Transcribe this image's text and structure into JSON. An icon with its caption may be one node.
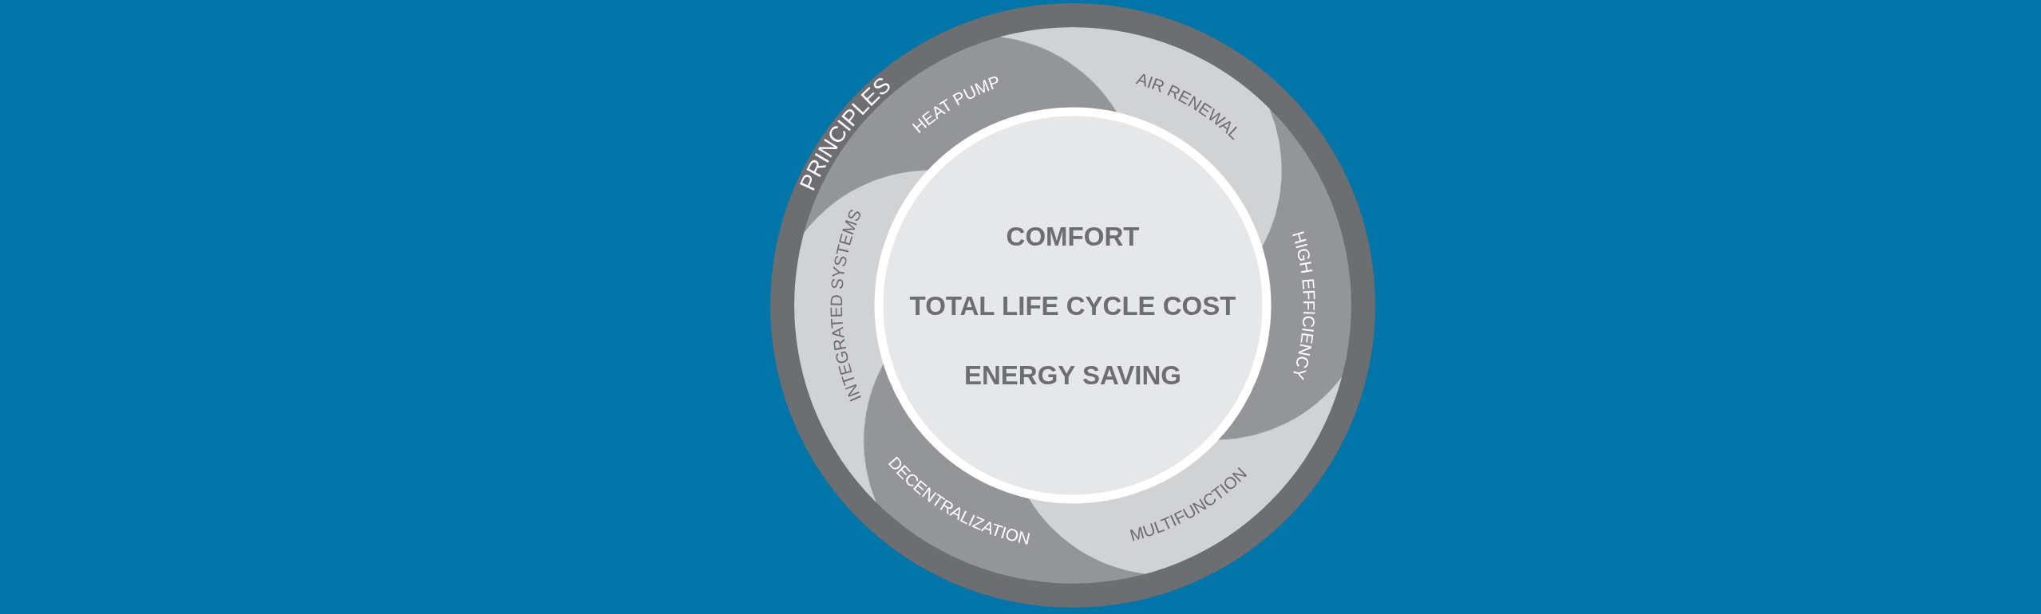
{
  "diagram": {
    "nodes": [
      {
        "text": [
          "PRINCIPLES"
        ]
      },
      {
        "text": [
          "HEAT PUMP"
        ],
        "in": 0
      },
      {
        "text": [
          "AIR RENEWAL"
        ],
        "in": 0
      },
      {
        "text": [
          "HIGH EFFICIENCY"
        ],
        "in": 0
      },
      {
        "text": [
          "MULTIFUNCTION"
        ],
        "in": 0
      },
      {
        "text": [
          "DECENTRALIZATION"
        ],
        "in": 0
      },
      {
        "text": [
          "INTEGRATED SYSTEMS"
        ],
        "in": 0
      },
      {
        "text": [
          "COMFORT",
          "TOTAL LIFE CYCLE COST",
          "ENERGY SAVING"
        ],
        "in": 0
      }
    ]
  }
}
